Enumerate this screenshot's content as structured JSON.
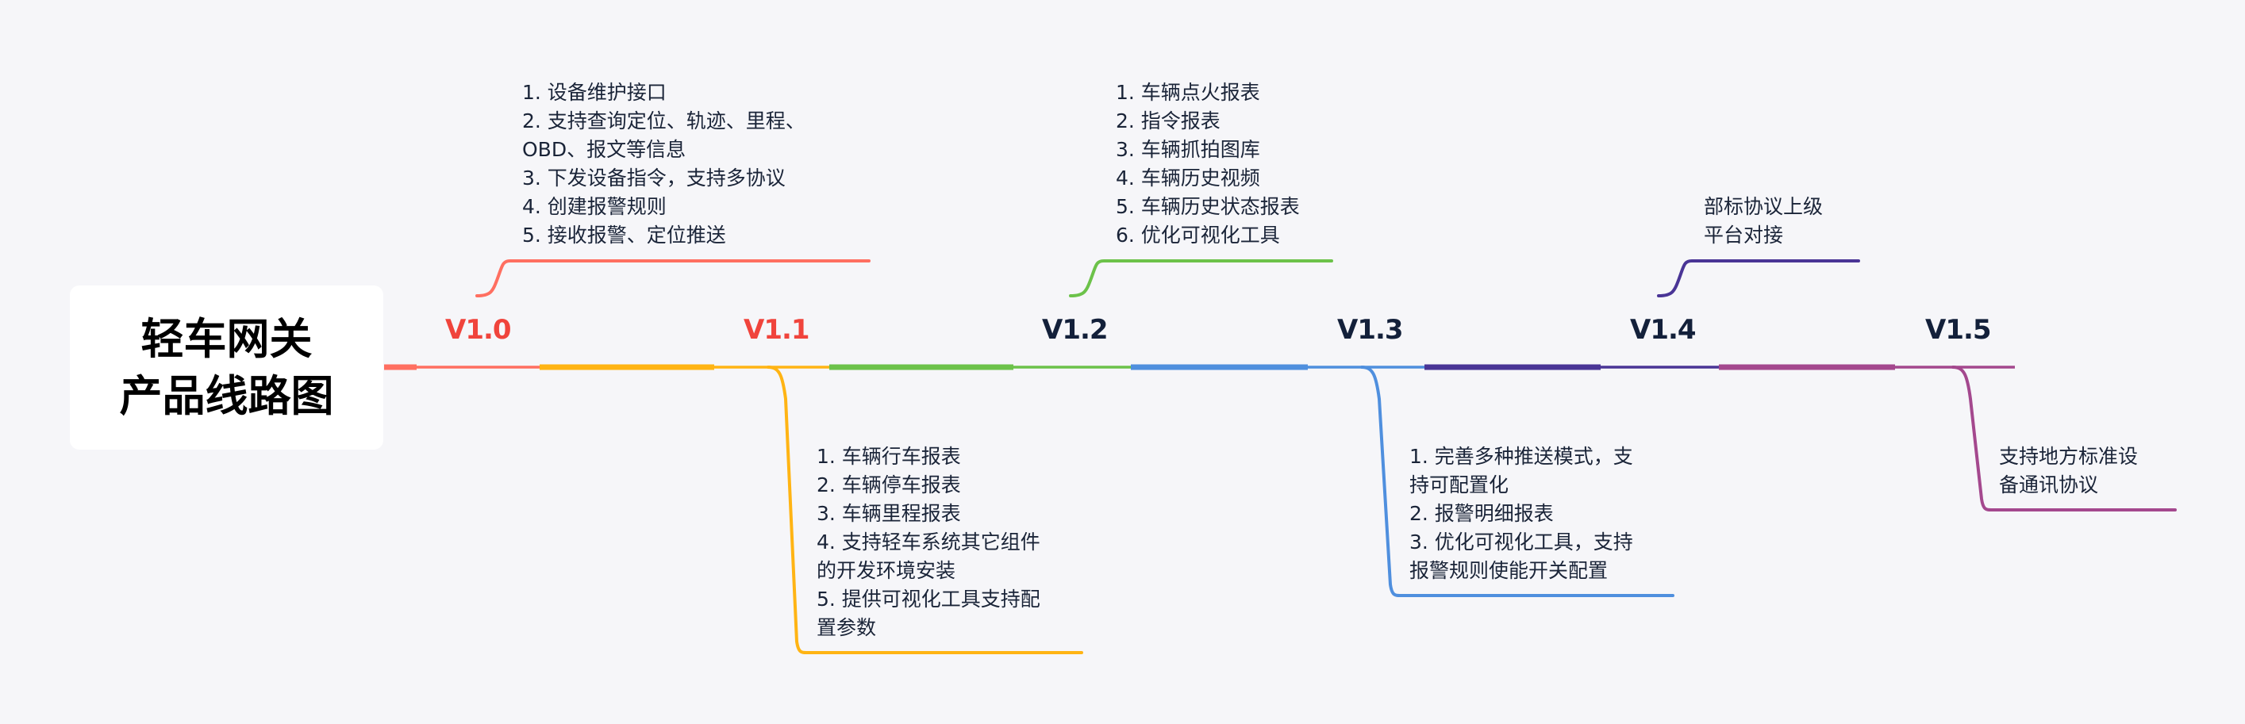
{
  "title": {
    "line1": "轻车网关",
    "line2": "产品线路图"
  },
  "colors": {
    "background": "#f6f6f9",
    "text": "#1a2438",
    "version_highlight": "#f0443c",
    "version_default": "#13203a"
  },
  "versions": [
    {
      "label": "V1.0",
      "color": "#ff6f61",
      "highlighted": true,
      "branch": "up",
      "notes": [
        "1. 设备维护接口",
        "2. 支持查询定位、轨迹、里程、",
        "OBD、报文等信息",
        "3. 下发设备指令，支持多协议",
        "4. 创建报警规则",
        "5. 接收报警、定位推送"
      ]
    },
    {
      "label": "V1.1",
      "color": "#ffb414",
      "highlighted": true,
      "branch": "down",
      "notes": [
        "1. 车辆行车报表",
        "2. 车辆停车报表",
        "3. 车辆里程报表",
        "4. 支持轻车系统其它组件",
        "的开发环境安装",
        "5. 提供可视化工具支持配",
        "置参数"
      ]
    },
    {
      "label": "V1.2",
      "color": "#6cc24a",
      "highlighted": false,
      "branch": "up",
      "notes": [
        "1. 车辆点火报表",
        "2. 指令报表",
        "3. 车辆抓拍图库",
        "4. 车辆历史视频",
        "5. 车辆历史状态报表",
        "6. 优化可视化工具"
      ]
    },
    {
      "label": "V1.3",
      "color": "#4f8fde",
      "highlighted": false,
      "branch": "down",
      "notes": [
        "1. 完善多种推送模式，支",
        "持可配置化",
        "2. 报警明细报表",
        "3. 优化可视化工具，支持",
        "报警规则使能开关配置"
      ]
    },
    {
      "label": "V1.4",
      "color": "#4a3596",
      "highlighted": false,
      "branch": "up",
      "notes": [
        "部标协议上级",
        "平台对接"
      ]
    },
    {
      "label": "V1.5",
      "color": "#a4488e",
      "highlighted": false,
      "branch": "down",
      "notes": [
        "支持地方标准设",
        "备通讯协议"
      ]
    }
  ]
}
